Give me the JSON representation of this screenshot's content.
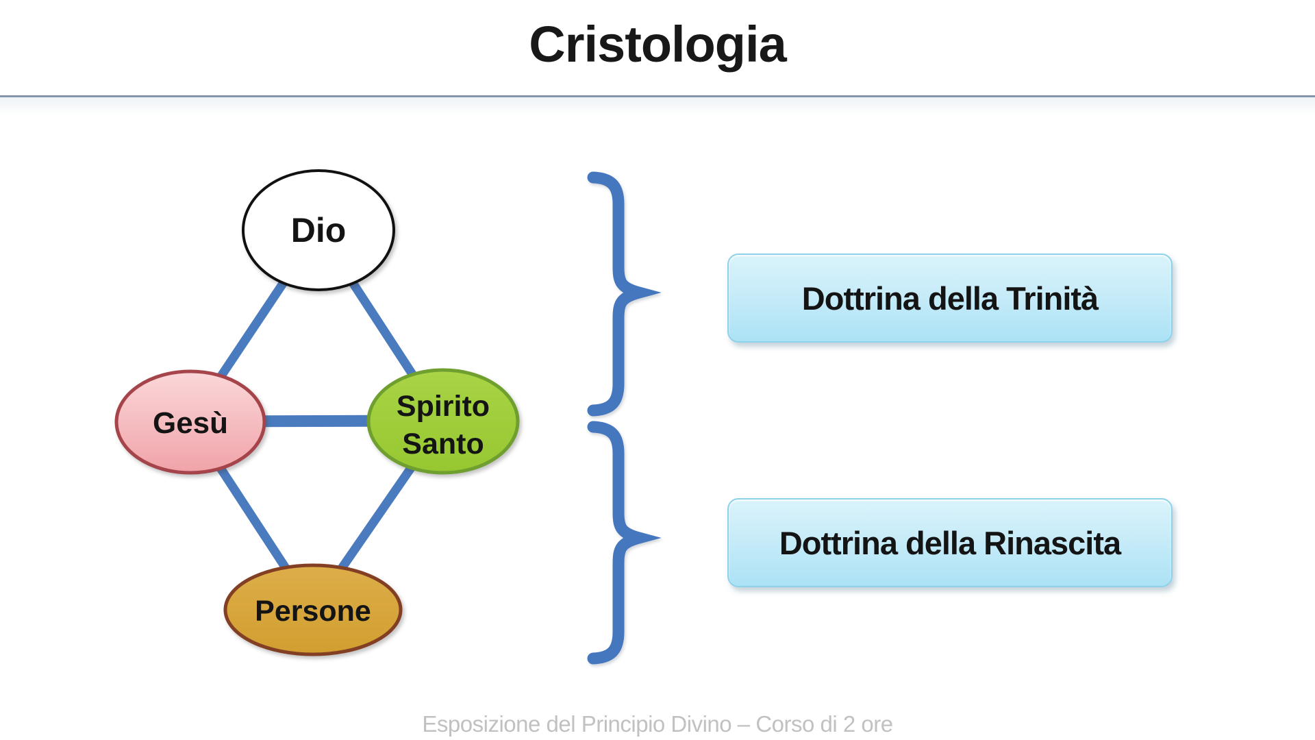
{
  "title": "Cristologia",
  "footer": "Esposizione del Principio Divino – Corso di 2 ore",
  "diagram": {
    "nodes": [
      {
        "id": "dio",
        "label": "Dio",
        "fill_top": "#FFFFFF",
        "fill_bottom": "#FFFFFF",
        "border": "#111111"
      },
      {
        "id": "gesu",
        "label": "Gesù",
        "fill_top": "#FBD7D9",
        "fill_bottom": "#F0A3A9",
        "border": "#A5444A"
      },
      {
        "id": "spirito-santo",
        "label_line1": "Spirito",
        "label_line2": "Santo",
        "fill_top": "#A9D446",
        "fill_bottom": "#96C730",
        "border": "#6F9F2F"
      },
      {
        "id": "persone",
        "label": "Persone",
        "fill_top": "#DDAE49",
        "fill_bottom": "#D19E30",
        "border": "#823F24"
      }
    ],
    "edges": [
      {
        "from": "dio",
        "to": "gesu"
      },
      {
        "from": "dio",
        "to": "spirito-santo"
      },
      {
        "from": "gesu",
        "to": "spirito-santo"
      },
      {
        "from": "gesu",
        "to": "persone"
      },
      {
        "from": "spirito-santo",
        "to": "persone"
      }
    ],
    "connector_color": "#4A7BBF",
    "brace_color": "#4477BE"
  },
  "callouts": [
    {
      "label": "Dottrina della Trinità"
    },
    {
      "label": "Dottrina della Rinascita"
    }
  ],
  "theme": {
    "title_color": "#181818",
    "header_rule_color": "#8497A8",
    "callout_fill_top": "#DAF3FB",
    "callout_fill_bottom": "#ABE2F5",
    "callout_border": "#8ED1EA",
    "footer_color": "#C1C1C1"
  }
}
